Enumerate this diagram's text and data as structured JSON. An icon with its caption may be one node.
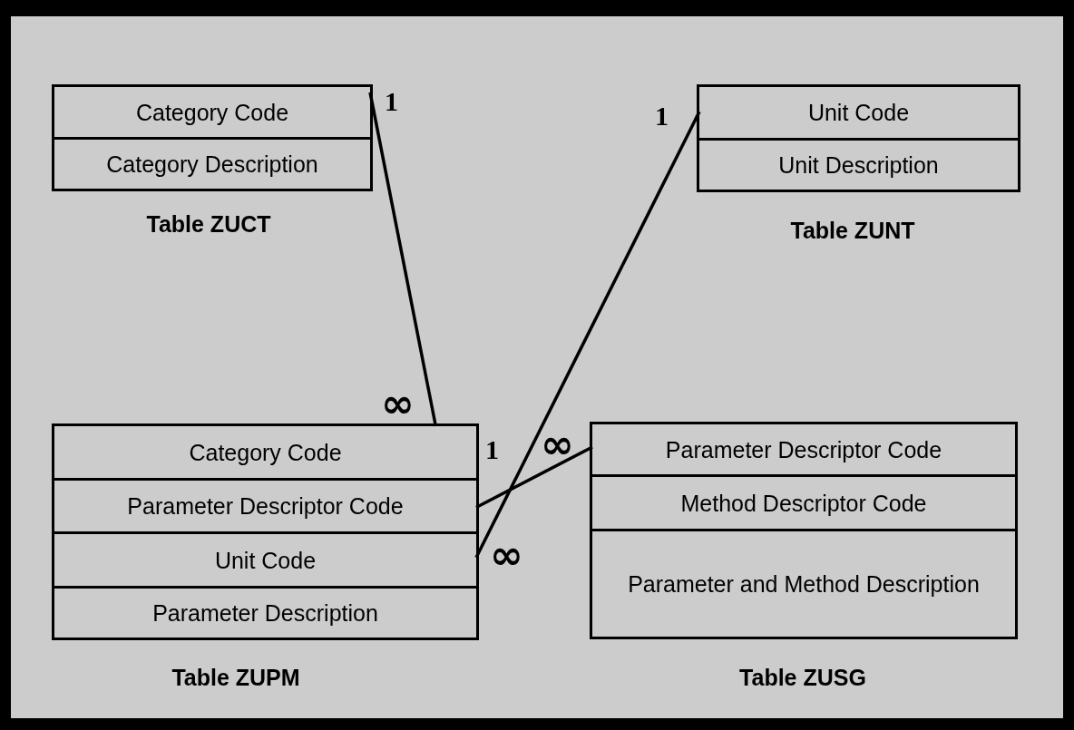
{
  "diagram": {
    "nodes": [
      {
        "text": [
          "Table ZUCT"
        ]
      },
      {
        "text": [
          "Category Code"
        ],
        "in": 0
      },
      {
        "text": [
          "Category Description"
        ],
        "in": 0
      },
      {
        "text": [
          "Table ZUNT"
        ]
      },
      {
        "text": [
          "Unit Code"
        ],
        "in": 3
      },
      {
        "text": [
          "Unit Description"
        ],
        "in": 3
      },
      {
        "text": [
          "Table ZUPM"
        ]
      },
      {
        "text": [
          "Category Code"
        ],
        "in": 6
      },
      {
        "text": [
          "Parameter Descriptor Code"
        ],
        "in": 6
      },
      {
        "text": [
          "Unit Code"
        ],
        "in": 6
      },
      {
        "text": [
          "Parameter Description"
        ],
        "in": 6
      },
      {
        "text": [
          "Table ZUSG"
        ]
      },
      {
        "text": [
          "Parameter Descriptor Code"
        ],
        "in": 11
      },
      {
        "text": [
          "Method Descriptor Code"
        ],
        "in": 11
      },
      {
        "text": [
          "Parameter and Method Description"
        ],
        "in": 11
      }
    ],
    "edges": [
      {
        "from": 1,
        "to": 7,
        "arrow": "none"
      },
      {
        "from": 4,
        "to": 9,
        "arrow": "none"
      },
      {
        "from": 12,
        "to": 8,
        "arrow": "none"
      }
    ],
    "labels": [
      "1",
      "1",
      "∞",
      "∞",
      "1",
      "∞"
    ]
  }
}
